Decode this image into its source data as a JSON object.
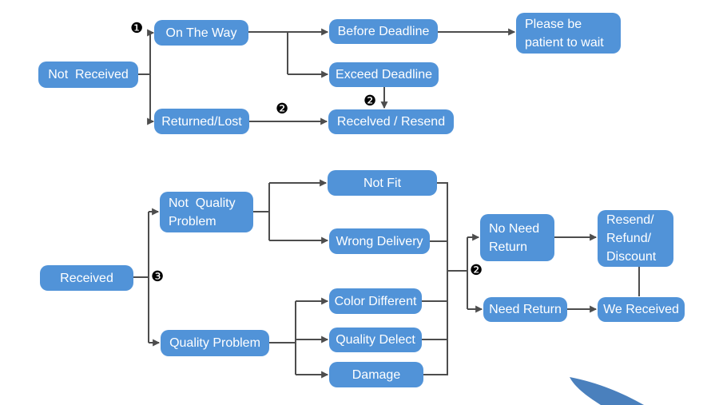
{
  "colors": {
    "node_fill": "#5193d8",
    "node_text": "#ffffff",
    "connector": "#4d4d4d",
    "marker": "#000000",
    "swoosh": "#4a80bd",
    "background": "#ffffff"
  },
  "nodes": {
    "not_received": {
      "label": "Not  Received"
    },
    "on_the_way": {
      "label": "On The Way"
    },
    "returned_lost": {
      "label": "Returned/Lost"
    },
    "before_deadline": {
      "label": "Before Deadline"
    },
    "exceed_deadline": {
      "label": "Exceed Deadline"
    },
    "please_wait": {
      "label": "Please be\npatient to wait"
    },
    "received_resend": {
      "label": "Recelved / Resend"
    },
    "received": {
      "label": "Received"
    },
    "not_quality_problem": {
      "label": "Not  Quality\nProblem"
    },
    "quality_problem": {
      "label": "Quality Problem"
    },
    "not_fit": {
      "label": "Not Fit"
    },
    "wrong_delivery": {
      "label": "Wrong Delivery"
    },
    "color_different": {
      "label": "Color Different"
    },
    "quality_delect": {
      "label": "Quality Delect"
    },
    "damage": {
      "label": "Damage"
    },
    "no_need_return": {
      "label": "No Need\nReturn"
    },
    "need_return": {
      "label": "Need Return"
    },
    "resend_refund_discount": {
      "label": "Resend/\nRefund/\nDiscount"
    },
    "we_received": {
      "label": "We Received"
    }
  },
  "markers": {
    "one": "❶",
    "two": "❷",
    "three": "❸"
  },
  "flow": {
    "edges": [
      {
        "from": "Not  Received",
        "to": "On The Way",
        "marker": "❶"
      },
      {
        "from": "Not  Received",
        "to": "Returned/Lost"
      },
      {
        "from": "On The Way",
        "to": "Before Deadline"
      },
      {
        "from": "On The Way",
        "to": "Exceed Deadline"
      },
      {
        "from": "Before Deadline",
        "to": "Please be patient to wait"
      },
      {
        "from": "Exceed Deadline",
        "to": "Recelved / Resend",
        "marker": "❷"
      },
      {
        "from": "Returned/Lost",
        "to": "Recelved / Resend",
        "marker": "❷"
      },
      {
        "from": "Received",
        "to": "Not  Quality Problem",
        "marker": "❸"
      },
      {
        "from": "Received",
        "to": "Quality Problem",
        "marker": "❸"
      },
      {
        "from": "Not  Quality Problem",
        "to": "Not Fit"
      },
      {
        "from": "Not  Quality Problem",
        "to": "Wrong Delivery"
      },
      {
        "from": "Quality Problem",
        "to": "Color Different"
      },
      {
        "from": "Quality Problem",
        "to": "Quality Delect"
      },
      {
        "from": "Quality Problem",
        "to": "Damage"
      },
      {
        "from": "Not Fit / Wrong Delivery / Color Different / Quality Delect / Damage",
        "to": "No Need Return",
        "marker": "❷"
      },
      {
        "from": "Not Fit / Wrong Delivery / Color Different / Quality Delect / Damage",
        "to": "Need Return",
        "marker": "❷"
      },
      {
        "from": "No Need Return",
        "to": "Resend/Refund/Discount"
      },
      {
        "from": "Resend/Refund/Discount",
        "to": "We Received"
      },
      {
        "from": "Need Return",
        "to": "We Received"
      }
    ]
  }
}
